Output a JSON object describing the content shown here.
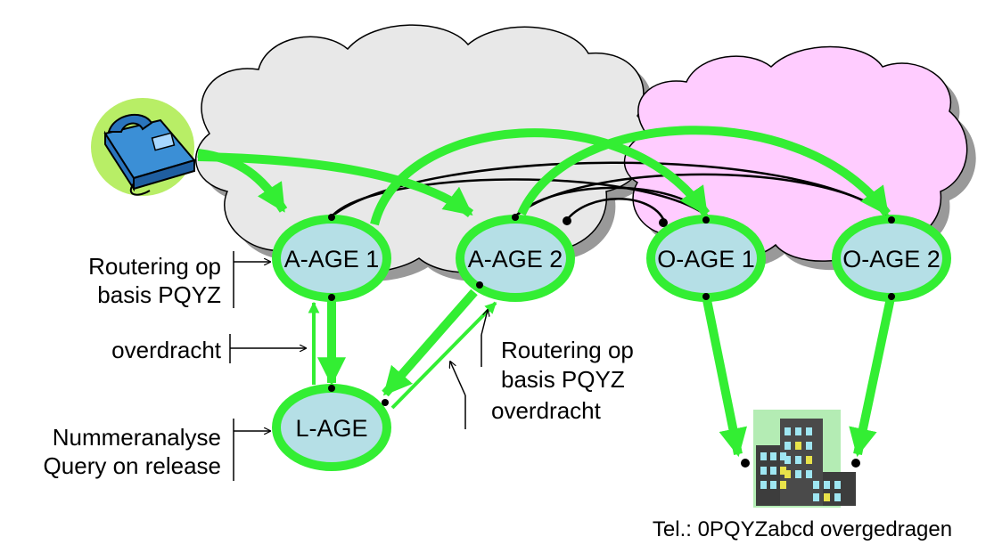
{
  "colors": {
    "flow_green": "#33ee33",
    "node_fill": "#b5dfe6",
    "cloud_grey": "#e8e8e8",
    "cloud_pink": "#ffccff",
    "cloud_shadow": "#999999",
    "phone_blue": "#3b8fd6",
    "phone_halo": "#b8ee66"
  },
  "icons": {
    "caller": "telephone-icon",
    "destination": "office-building-icon"
  },
  "nodes": {
    "a_age_1": "A-AGE 1",
    "a_age_2": "A-AGE 2",
    "o_age_1": "O-AGE 1",
    "o_age_2": "O-AGE 2",
    "l_age": "L-AGE"
  },
  "annotations": {
    "routing_left": [
      "Routering op",
      "basis PQYZ"
    ],
    "transfer_left": "overdracht",
    "number_analysis": [
      "Nummeranalyse",
      "Query on release"
    ],
    "routing_right": [
      "Routering op",
      "basis PQYZ",
      "overdracht"
    ]
  },
  "destination_caption": "Tel.: 0PQYZabcd overgedragen"
}
